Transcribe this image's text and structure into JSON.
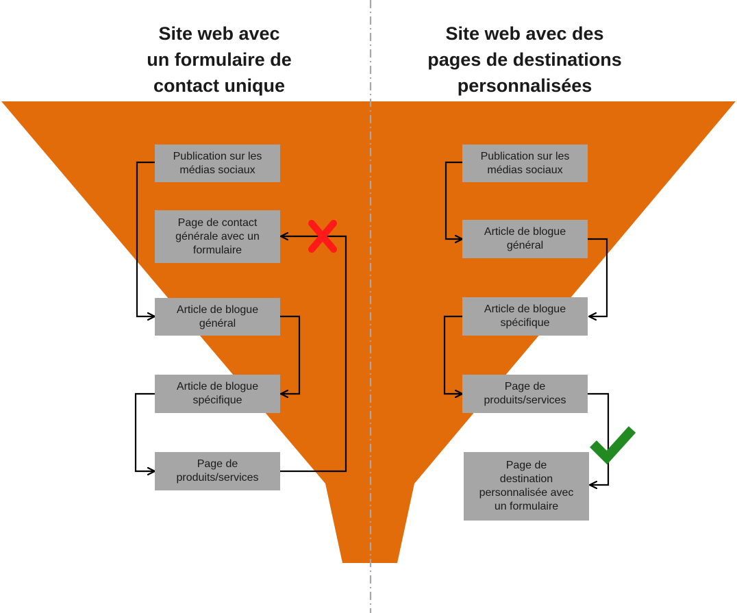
{
  "colors": {
    "funnel": "#e36c0a",
    "box_fill": "#a6a6a6",
    "divider": "#a6a6a6",
    "arrow": "#000000",
    "cross_mark": "#ff1a1a",
    "check_mark": "#218a21"
  },
  "left": {
    "title_lines": [
      "Site web avec",
      "un formulaire de",
      "contact unique"
    ],
    "boxes": {
      "social": [
        "Publication sur les",
        "médias sociaux"
      ],
      "contact": [
        "Page de contact",
        "générale avec un",
        "formulaire"
      ],
      "blog_general": [
        "Article de blogue",
        "général"
      ],
      "blog_specific": [
        "Article de blogue",
        "spécifique"
      ],
      "products": [
        "Page de",
        "produits/services"
      ]
    },
    "status_icon": "cross-icon"
  },
  "right": {
    "title_lines": [
      "Site web avec des",
      "pages de destinations",
      "personnalisées"
    ],
    "boxes": {
      "social": [
        "Publication sur les",
        "médias sociaux"
      ],
      "blog_general": [
        "Article de blogue",
        "général"
      ],
      "blog_specific": [
        "Article de blogue",
        "spécifique"
      ],
      "products": [
        "Page de",
        "produits/services"
      ],
      "landing": [
        "Page de",
        "destination",
        "personnalisée avec",
        "un formulaire"
      ]
    },
    "status_icon": "checkmark-icon"
  }
}
